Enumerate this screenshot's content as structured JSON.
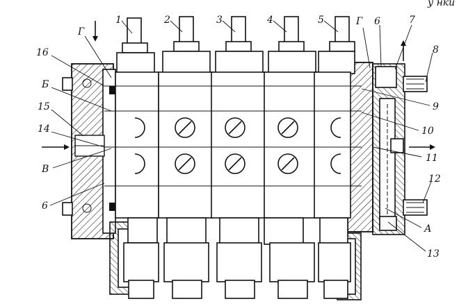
{
  "figure": {
    "labels": {
      "n1": "1",
      "n2": "2",
      "n3": "3",
      "n4": "4",
      "n5": "5",
      "g_left": "Г",
      "g_right": "Г",
      "n6_top": "6",
      "n7": "7",
      "n8": "8",
      "n9": "9",
      "n10": "10",
      "n11": "11",
      "n12": "12",
      "a": "А",
      "n13": "13",
      "n16": "16",
      "b": "Б",
      "n15": "15",
      "n14": "14",
      "v": "В",
      "n6_bottom": "6"
    },
    "corner_text": "у нки"
  }
}
